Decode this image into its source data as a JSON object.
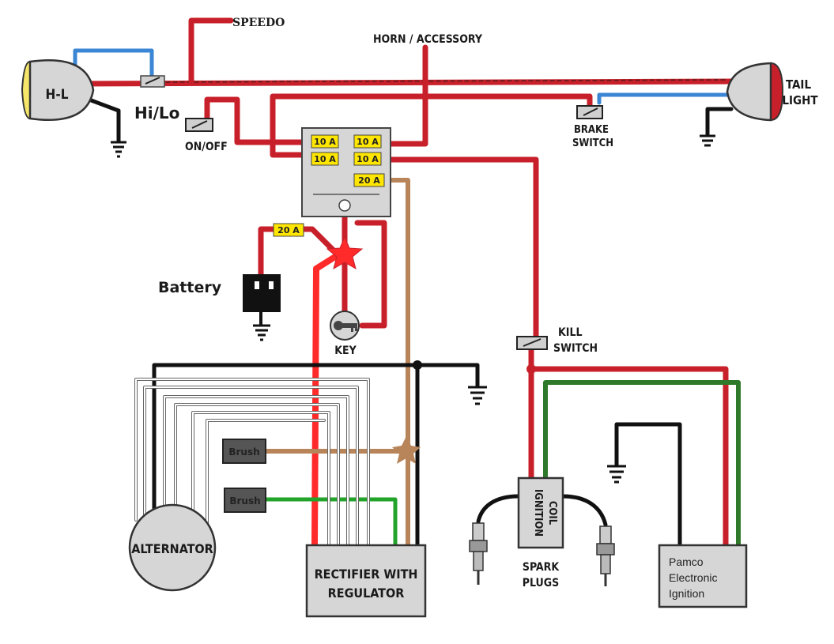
{
  "labels": {
    "speedo": "SPEEDO",
    "horn": "HORN / ACCESSORY",
    "headlight": "H-L",
    "hilo": "Hi/Lo",
    "onoff": "ON/OFF",
    "brake_line1": "BRAKE",
    "brake_line2": "SWITCH",
    "tail_line1": "TAIL",
    "tail_line2": "LIGHT",
    "battery": "Battery",
    "key": "KEY",
    "kill_line1": "KILL",
    "kill_line2": "SWITCH",
    "brush1": "Brush",
    "brush2": "Brush",
    "alternator": "ALTERNATOR",
    "rectifier_line1": "RECTIFIER WITH",
    "rectifier_line2": "REGULATOR",
    "coil_line1": "IGNITION",
    "coil_line2": "COIL",
    "spark_line1": "SPARK",
    "spark_line2": "PLUGS",
    "pamco_line1": "Pamco",
    "pamco_line2": "Electronic",
    "pamco_line3": "Ignition"
  },
  "fuses": {
    "f1": "10 A",
    "f2": "10 A",
    "f3": "10 A",
    "f4": "10 A",
    "f5": "20 A",
    "main": "20 A"
  },
  "colors": {
    "red": "#c8202a",
    "bright_red": "#ff2a2a",
    "black": "#111111",
    "blue": "#3a86d4",
    "tan": "#b8855a",
    "green": "#2f7a2a",
    "gray_fill": "#d6d6d6",
    "fuse_fill": "#ffe600"
  }
}
